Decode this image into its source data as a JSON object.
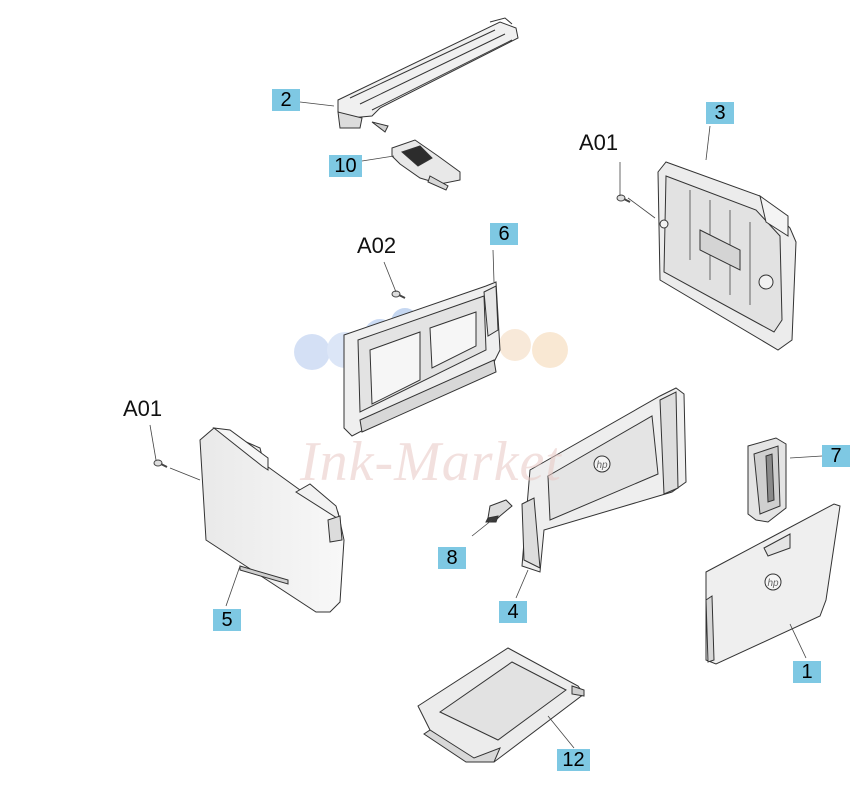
{
  "diagram": {
    "callouts": [
      {
        "id": "1",
        "label": "1"
      },
      {
        "id": "2",
        "label": "2"
      },
      {
        "id": "3",
        "label": "3"
      },
      {
        "id": "4",
        "label": "4"
      },
      {
        "id": "5",
        "label": "5"
      },
      {
        "id": "6",
        "label": "6"
      },
      {
        "id": "7",
        "label": "7"
      },
      {
        "id": "8",
        "label": "8"
      },
      {
        "id": "10",
        "label": "10"
      },
      {
        "id": "12",
        "label": "12"
      }
    ],
    "screw_labels": {
      "a01_top": "A01",
      "a02": "A02",
      "a01_left": "A01"
    },
    "watermark": "Ink-Market",
    "logo_text": "hp",
    "callout_color": "#7ec8e3"
  }
}
